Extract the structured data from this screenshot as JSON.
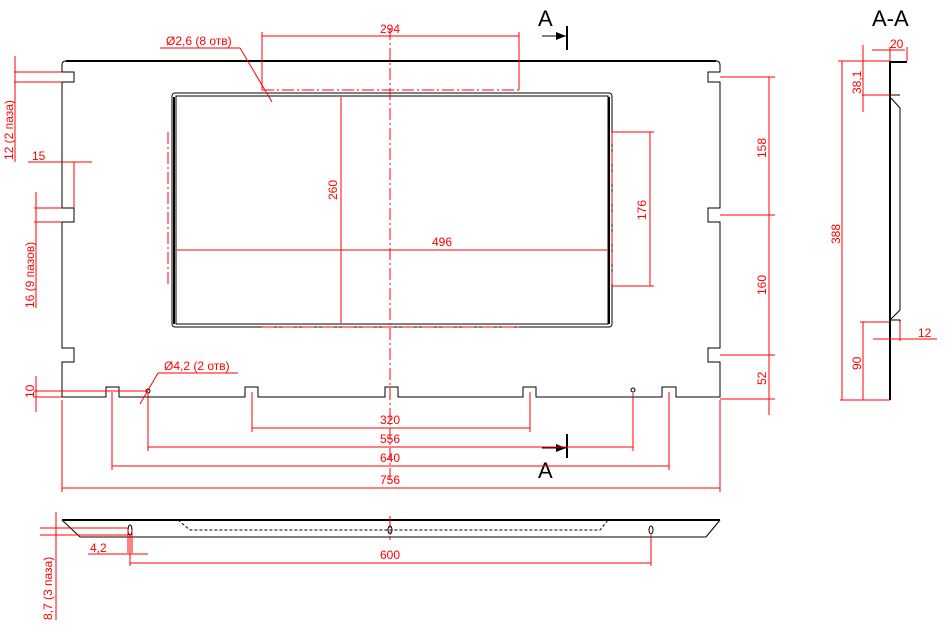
{
  "colors": {
    "dimension": "#ff0000",
    "outline": "#000000"
  },
  "section": {
    "marker": "A",
    "title": "A-A"
  },
  "dims": {
    "hole_small": "Ø2,6 (8 отв)",
    "hole_large": "Ø4,2 (2 отв)",
    "d294": "294",
    "d260": "260",
    "d496": "496",
    "d176": "176",
    "d158": "158",
    "d160": "160",
    "d52": "52",
    "slots_top": "12 (2 паза)",
    "d15": "15",
    "slots_side": "16 (9 пазов)",
    "d10": "10",
    "d320": "320",
    "d556": "556",
    "d640": "640",
    "d756": "756",
    "d4_2": "4,2",
    "d600": "600",
    "slots_bottom": "8,7 (3 паза)",
    "s20": "20",
    "s38_1": "38,1",
    "s388": "388",
    "s12": "12",
    "s90": "90"
  }
}
